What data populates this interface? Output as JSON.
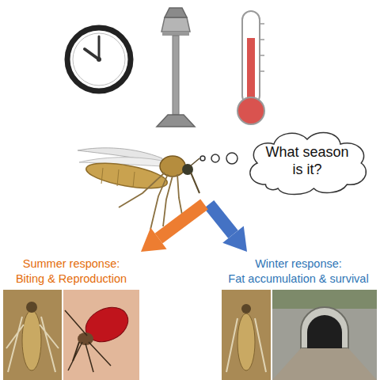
{
  "diagram": {
    "nodes": [
      {
        "text": [
          "What season is it?"
        ]
      },
      {
        "text": [
          "Summer response:",
          "Biting & Reproduction"
        ]
      },
      {
        "text": [
          "Winter response:",
          "Fat accumulation & survival"
        ]
      }
    ]
  }
}
